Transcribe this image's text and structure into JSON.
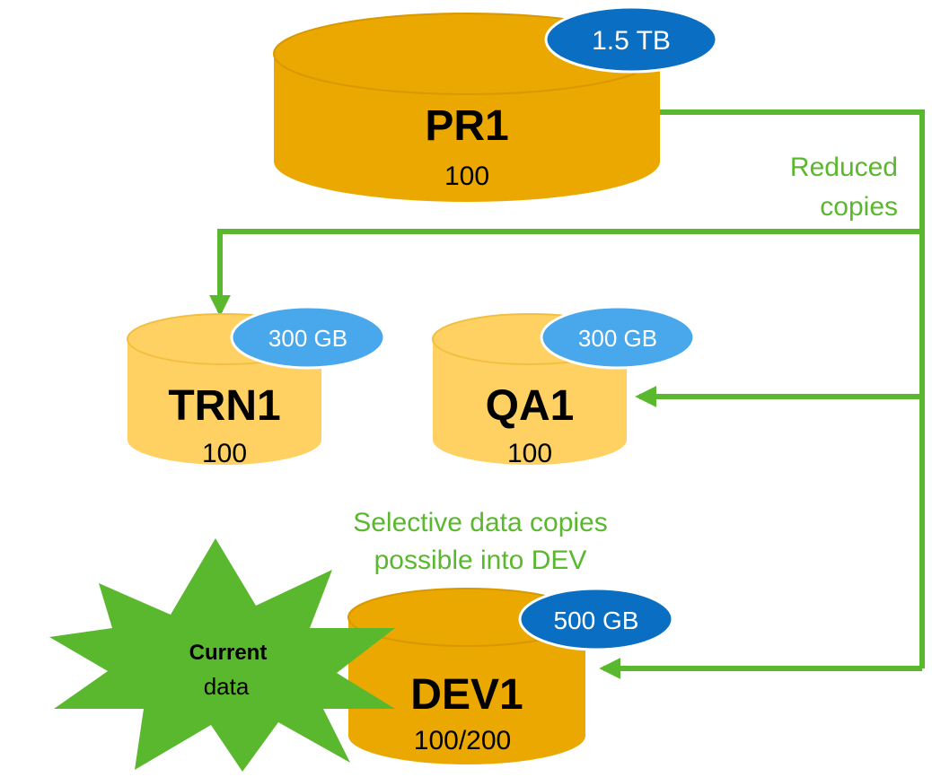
{
  "colors": {
    "db_dark": "#eba800",
    "db_light": "#ffd162",
    "badge_dark": "#0a6fc2",
    "badge_light": "#49a8ec",
    "arrow": "#5ab82e",
    "burst": "#5ab82e"
  },
  "systems": {
    "pr1": {
      "name": "PR1",
      "client": "100",
      "size": "1.5 TB"
    },
    "trn1": {
      "name": "TRN1",
      "client": "100",
      "size": "300 GB"
    },
    "qa1": {
      "name": "QA1",
      "client": "100",
      "size": "300 GB"
    },
    "dev1": {
      "name": "DEV1",
      "client": "100/200",
      "size": "500 GB"
    }
  },
  "notes": {
    "reduced_line1": "Reduced",
    "reduced_line2": "copies",
    "selective_line1": "Selective data copies",
    "selective_line2": "possible into DEV"
  },
  "burst": {
    "bold": "Current",
    "normal": "data"
  },
  "edges": [
    {
      "from": "PR1",
      "to": "TRN1"
    },
    {
      "from": "PR1",
      "to": "QA1"
    },
    {
      "from": "PR1",
      "to": "DEV1"
    }
  ]
}
